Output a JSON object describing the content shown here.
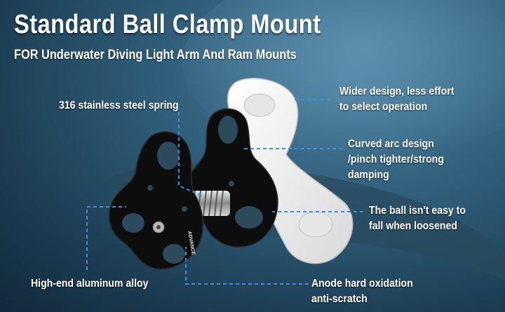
{
  "title": "Standard Ball Clamp Mount",
  "subtitle": "FOR Underwater Diving Light Arm And Ram Mounts",
  "callouts": {
    "spring": "316 stainless steel spring",
    "wider_1": "Wider design, less effort",
    "wider_2": "to select operation",
    "curved_1": "Curved arc design",
    "curved_2": "/pinch tighter/strong",
    "curved_3": "damping",
    "ball_1": "The ball isn't easy to",
    "ball_2": "fall when loosened",
    "aluminum": "High-end aluminum alloy",
    "anode_1": "Anode hard oxidation",
    "anode_2": "anti-scratch"
  },
  "engraving": "ADVANCE",
  "colors": {
    "leader_line": "#3d8fe0",
    "clamp_black": "#0d0d0d",
    "knob_white": "#f2f2f2"
  }
}
